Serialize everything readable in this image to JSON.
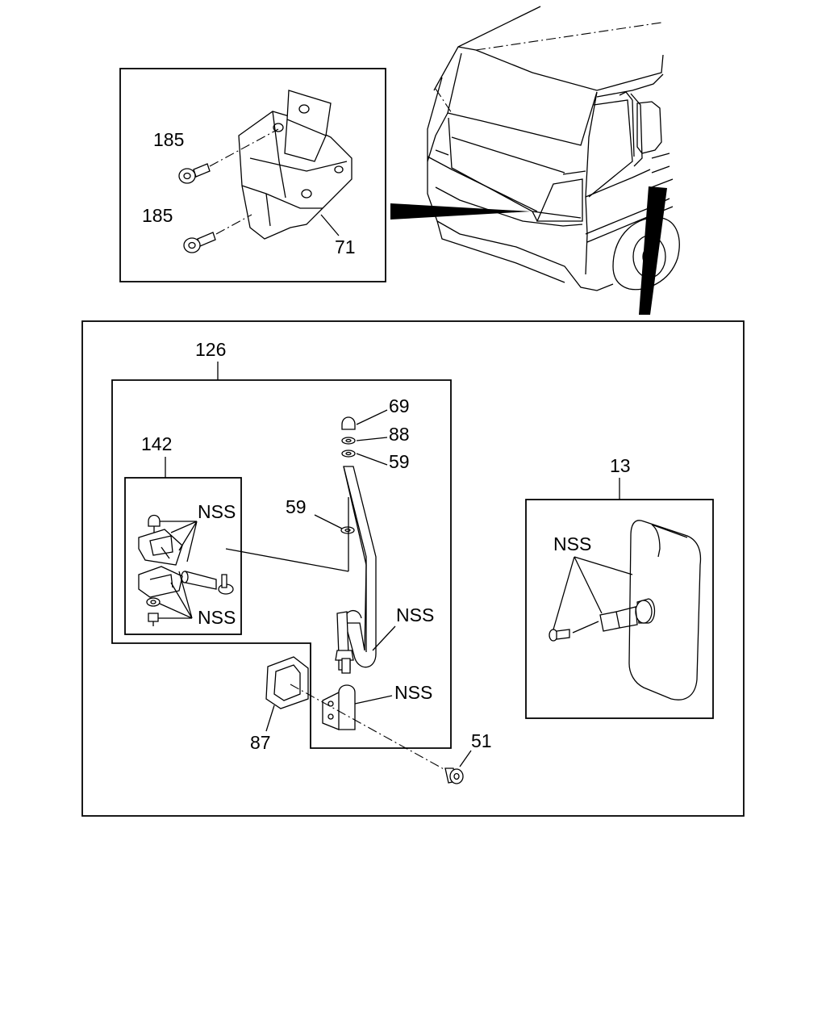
{
  "callouts": {
    "bracket_bolt_upper": "185",
    "bracket_bolt_lower": "185",
    "bracket": "71",
    "arm_assembly": "126",
    "arm_subassembly": "142",
    "cap_nut": "69",
    "washer": "88",
    "washer_upper": "59",
    "washer_lower": "59",
    "mirror": "13",
    "gasket": "87",
    "bolt": "51",
    "nss_upper": "NSS",
    "nss_lower": "NSS",
    "nss_stay": "NSS",
    "nss_base": "NSS",
    "nss_mirror": "NSS"
  }
}
